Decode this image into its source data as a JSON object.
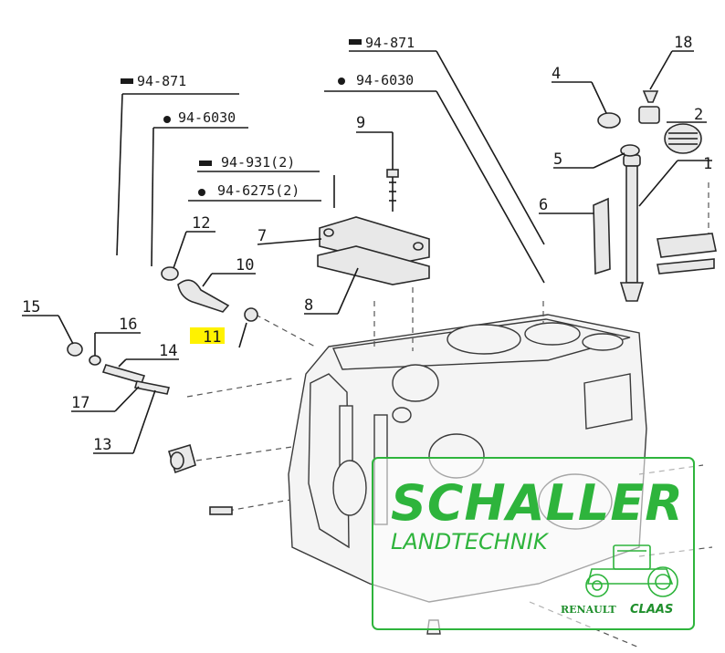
{
  "diagram": {
    "labels": [
      {
        "id": "1",
        "text": "1"
      },
      {
        "id": "2",
        "text": "2"
      },
      {
        "id": "4",
        "text": "4"
      },
      {
        "id": "5",
        "text": "5"
      },
      {
        "id": "6",
        "text": "6"
      },
      {
        "id": "7",
        "text": "7"
      },
      {
        "id": "8",
        "text": "8"
      },
      {
        "id": "9",
        "text": "9"
      },
      {
        "id": "10",
        "text": "10"
      },
      {
        "id": "11",
        "text": "11",
        "highlight": "#fff200"
      },
      {
        "id": "12",
        "text": "12"
      },
      {
        "id": "13",
        "text": "13"
      },
      {
        "id": "14",
        "text": "14"
      },
      {
        "id": "15",
        "text": "15"
      },
      {
        "id": "16",
        "text": "16"
      },
      {
        "id": "17",
        "text": "17"
      },
      {
        "id": "18",
        "text": "18"
      }
    ],
    "refs": {
      "bolt_a": "94-871",
      "washer_a": "94-6030",
      "bolt_b": "94-871",
      "washer_b": "94-6030",
      "bolt_c": "94-931(2)",
      "washer_c": "94-6275(2)"
    }
  },
  "watermark": {
    "brand": "SCHALLER",
    "subtitle": "LANDTECHNIK",
    "renault": "RENAULT",
    "claas": "CLAAS",
    "color": "#2eb43c"
  }
}
